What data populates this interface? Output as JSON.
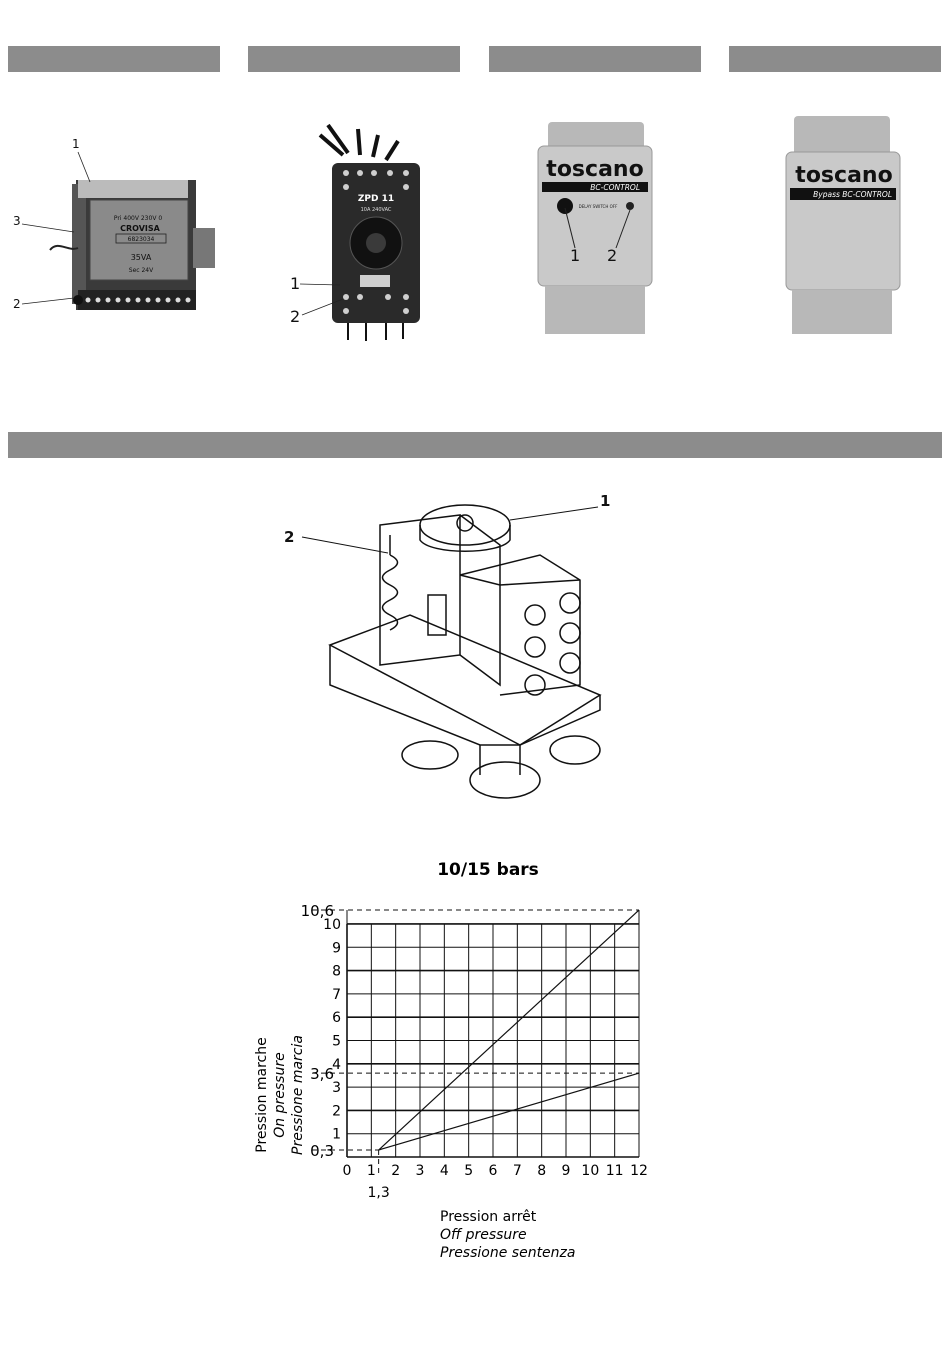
{
  "photos": {
    "p1": {
      "callouts": [
        "1",
        "3",
        "2"
      ],
      "module": {
        "line1": "Pri 400V 230V 0",
        "brand": "CROVISA",
        "ref": "6823034",
        "va": "35VA",
        "sec": "Sec 24V"
      }
    },
    "p2": {
      "callouts": [
        "1",
        "2"
      ],
      "relay": {
        "model": "ZPD 11",
        "rating": "10A 240VAC"
      }
    },
    "p3": {
      "callouts": [
        "1",
        "2"
      ],
      "brand": "toscano",
      "sub": "BC-CONTROL",
      "knob_label": "DELAY SWITCH OFF"
    },
    "p4": {
      "brand": "toscano",
      "sub": "Bypass BC-CONTROL"
    }
  },
  "switch": {
    "callouts": [
      "1",
      "2"
    ]
  },
  "chart_data": {
    "type": "line",
    "title": "10/15 bars",
    "xlabel": [
      "Pression arrêt",
      "Off pressure",
      "Pressione sentenza"
    ],
    "ylabel": [
      "Pression marche",
      "On pressure",
      "Pressione marcia"
    ],
    "xlim": [
      0,
      12
    ],
    "ylim": [
      0,
      10.6
    ],
    "x_ticks": [
      "0",
      "1",
      "2",
      "3",
      "4",
      "5",
      "6",
      "7",
      "8",
      "9",
      "10",
      "11",
      "12"
    ],
    "y_ticks": [
      "1",
      "2",
      "3",
      "4",
      "5",
      "6",
      "7",
      "8",
      "9",
      "10"
    ],
    "special_x": "1,3",
    "special_y": [
      "0,3",
      "3,6",
      "10,6"
    ],
    "grid": true,
    "series": [
      {
        "x": [
          1.3,
          12
        ],
        "y": [
          0.3,
          10.6
        ]
      },
      {
        "x": [
          1.3,
          12
        ],
        "y": [
          0.3,
          3.6
        ]
      }
    ]
  }
}
